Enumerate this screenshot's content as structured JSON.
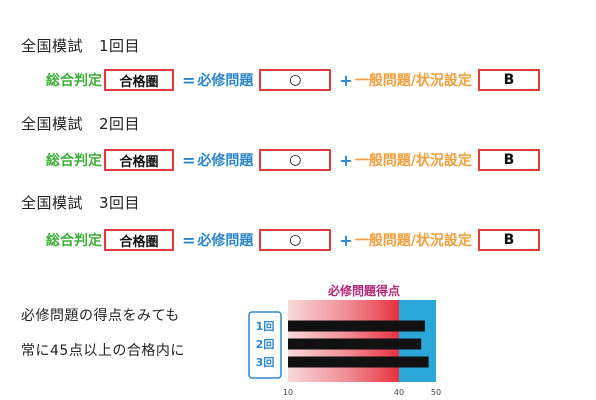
{
  "exams": [
    {
      "title": "全国模試",
      "number": "1回目",
      "overall_label": "総合判定",
      "verdict": "合格圏",
      "equals": "=",
      "required_label": "必修問題",
      "required_mark": "○",
      "plus": "+",
      "general_label": "一般問題/状況設定",
      "general_grade": "B"
    },
    {
      "title": "全国模試",
      "number": "2回目",
      "overall_label": "総合判定",
      "verdict": "合格圏",
      "equals": "=",
      "required_label": "必修問題",
      "required_mark": "○",
      "plus": "+",
      "general_label": "一般問題/状況設定",
      "general_grade": "B"
    },
    {
      "title": "全国模試",
      "number": "3回目",
      "overall_label": "総合判定",
      "verdict": "合格圏",
      "equals": "=",
      "required_label": "必修問題",
      "required_mark": "○",
      "plus": "+",
      "general_label": "一般問題/状況設定",
      "general_grade": "B"
    }
  ],
  "note": {
    "line1": "必修問題の得点をみても",
    "line2": "常に45点以上の合格内に"
  },
  "colors": {
    "overall_green": "#3fae3a",
    "required_blue": "#2d86c8",
    "general_orange": "#f0a040",
    "box_red": "#e23a3a",
    "chart_title_purple": "#b0287a",
    "chart_pass_zone": "#2aa6d8",
    "chart_bar": "#111111"
  },
  "chart_data": {
    "type": "bar",
    "orientation": "horizontal",
    "title": "必修問題得点",
    "categories": [
      "1回",
      "2回",
      "3回"
    ],
    "values": [
      47,
      46,
      48
    ],
    "xlim": [
      10,
      50
    ],
    "xticks": [
      "10",
      "40",
      "50"
    ],
    "pass_line": 40,
    "grid": false,
    "legend": "none"
  }
}
